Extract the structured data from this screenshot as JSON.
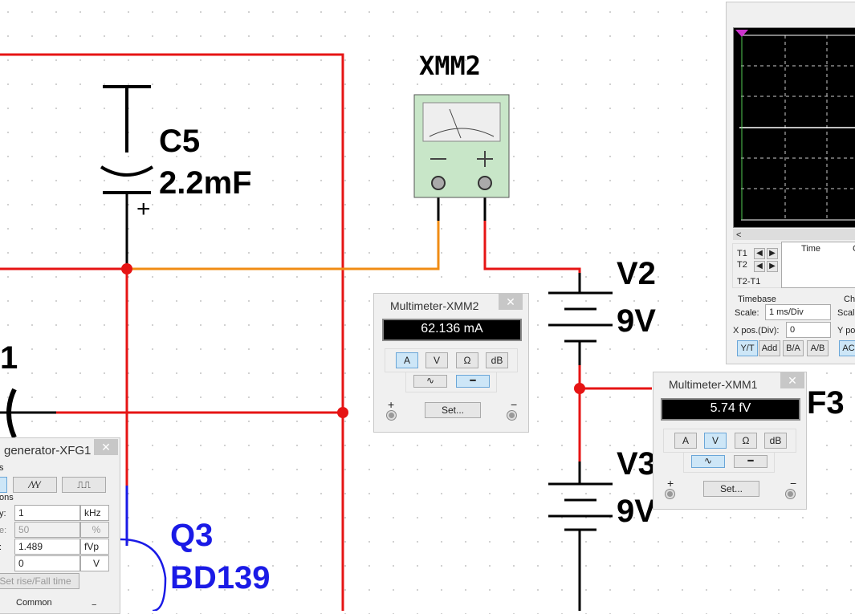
{
  "schematic": {
    "capacitor": {
      "ref": "C5",
      "value": "2.2mF",
      "polarity": "+"
    },
    "meter_ref": "XMM2",
    "battery_v2": {
      "ref": "V2",
      "value": "9V"
    },
    "battery_v3": {
      "ref": "V3",
      "value": "9V"
    },
    "partial_label_left": "1",
    "partial_label_right": "F3",
    "transistor": {
      "ref": "Q3",
      "value": "BD139"
    },
    "colors": {
      "wire_red": "#e61414",
      "wire_orange": "#f08c14",
      "wire_blue": "#1a1ae6",
      "meter_body": "#c8e6c8"
    }
  },
  "multimeter_xmm2": {
    "title": "Multimeter-XMM2",
    "reading": "62.136 mA",
    "modes": [
      "A",
      "V",
      "Ω",
      "dB"
    ],
    "selected_mode": "A",
    "coupling_selected": "DC",
    "set_label": "Set...",
    "plus": "+",
    "minus": "−"
  },
  "multimeter_xmm1": {
    "title": "Multimeter-XMM1",
    "reading": "5.74 fV",
    "modes": [
      "A",
      "V",
      "Ω",
      "dB"
    ],
    "selected_mode": "V",
    "coupling_selected": "AC",
    "set_label": "Set...",
    "plus": "+",
    "minus": "−"
  },
  "function_generator": {
    "title": "generator-XFG1",
    "waveforms_label": "s",
    "options_label": "ons",
    "rows": [
      {
        "label": "y:",
        "value": "1",
        "unit": "kHz"
      },
      {
        "label": "e:",
        "value": "50",
        "unit": "%"
      },
      {
        "label": ":",
        "value": "1.489",
        "unit": "fVp"
      },
      {
        "label": "",
        "value": "0",
        "unit": "V"
      }
    ],
    "rise_fall_label": "Set rise/Fall time",
    "common_label": "Common",
    "minus": "−"
  },
  "oscilloscope": {
    "t1": "T1",
    "t2": "T2",
    "t2t1": "T2-T1",
    "time_header": "Time",
    "ch_partial": "C",
    "timebase_label": "Timebase",
    "scale_label": "Scale:",
    "scale_value": "1 ms/Div",
    "xpos_label": "X pos.(Div):",
    "xpos_value": "0",
    "modes": [
      "Y/T",
      "Add",
      "B/A",
      "A/B"
    ],
    "selected_mode": "Y/T",
    "channel_partial": "Ch",
    "ch_scale_partial": "Scal",
    "ch_ypos_partial": "Y po",
    "ch_ac_partial": "AC"
  }
}
